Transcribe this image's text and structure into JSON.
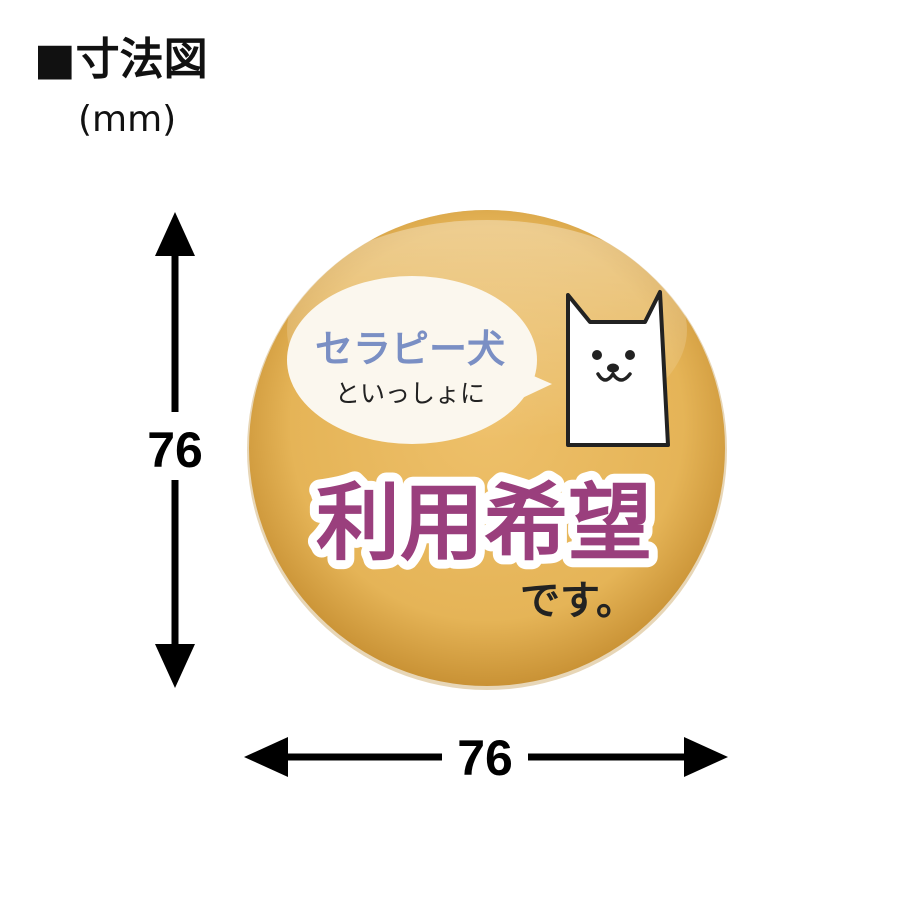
{
  "title": "■寸法図",
  "unit": "(mm)",
  "dimensions": {
    "height_label": "76",
    "width_label": "76"
  },
  "badge": {
    "bubble_line1": "セラピー犬",
    "bubble_line2": "といっしょに",
    "main_text": "利用希望",
    "sub_text": "です。"
  },
  "colors": {
    "badge_fill": "#e7b65a",
    "bubble_text": "#7a8fc4",
    "main_text": "#9a3f7d",
    "text_dark": "#222222"
  }
}
